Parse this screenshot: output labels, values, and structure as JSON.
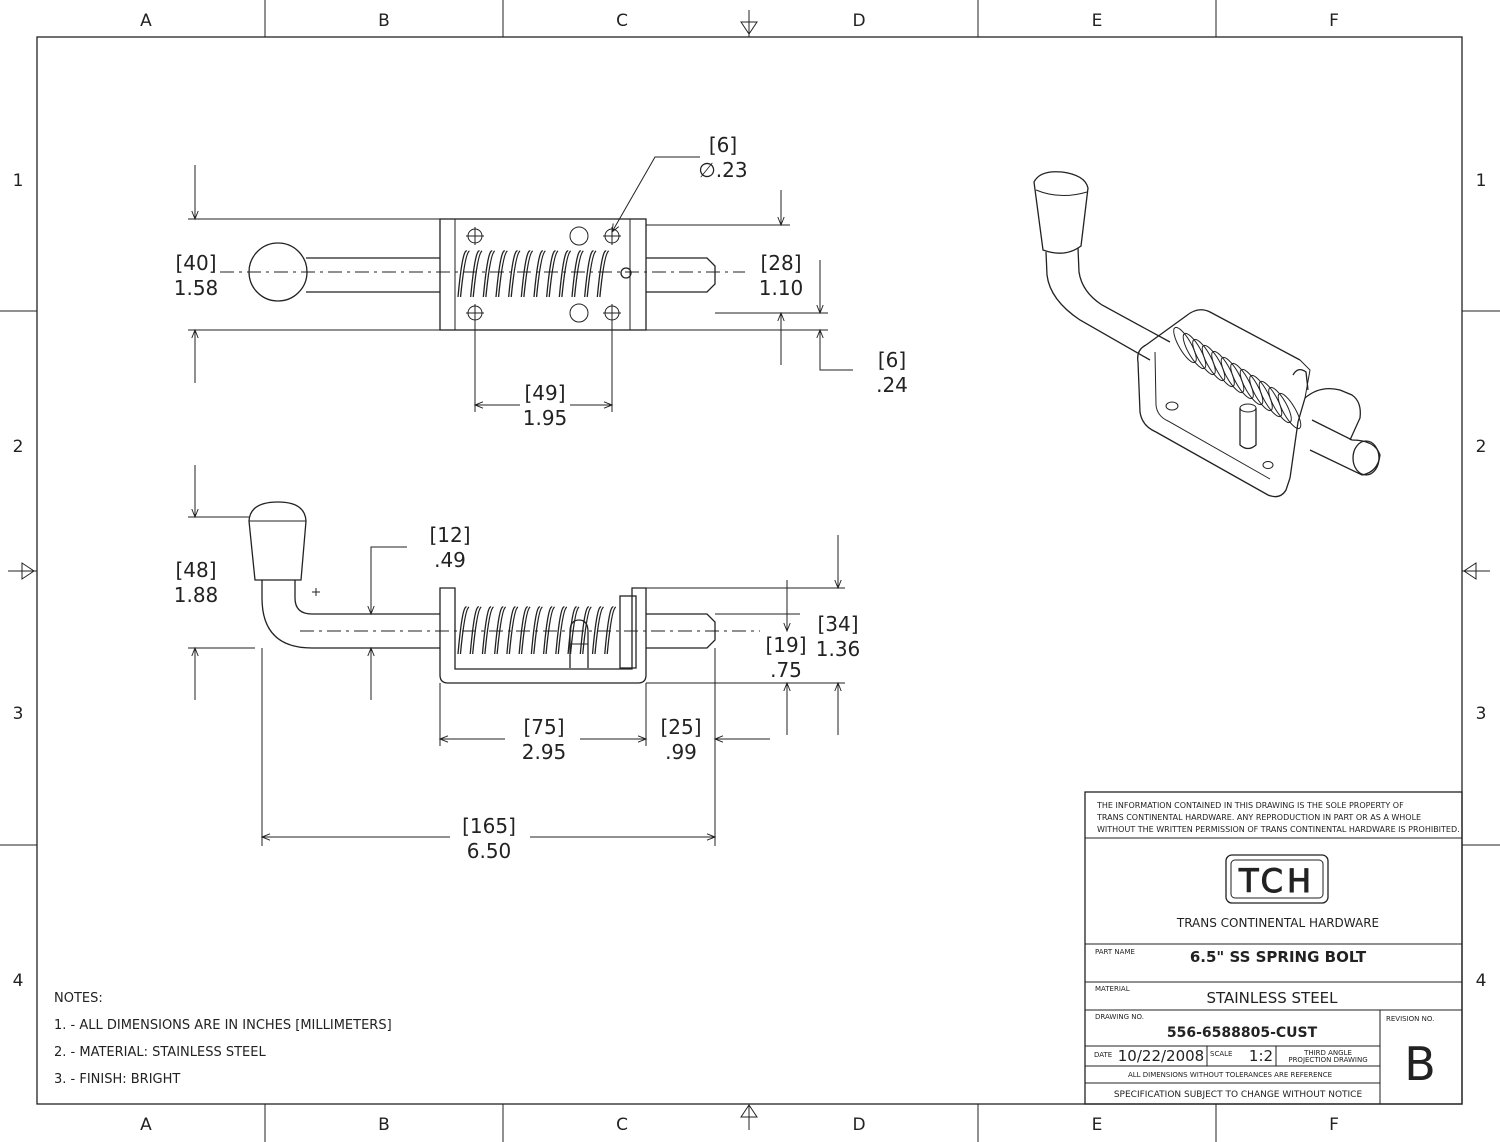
{
  "zones": {
    "columns": [
      "A",
      "B",
      "C",
      "D",
      "E",
      "F"
    ],
    "rows": [
      "1",
      "2",
      "3",
      "4"
    ]
  },
  "dimensions": {
    "top_height_mm": "[40]",
    "top_height_in": "1.58",
    "hole_mm": "[6]",
    "hole_in": "∅.23",
    "top_pin_mm": "[28]",
    "top_pin_in": "1.10",
    "slot_mm": "[6]",
    "slot_in": ".24",
    "hole_spacing_mm": "[49]",
    "hole_spacing_in": "1.95",
    "handle_height_mm": "[48]",
    "handle_height_in": "1.88",
    "rod_dia_mm": "[12]",
    "rod_dia_in": ".49",
    "bracket_height_mm": "[34]",
    "bracket_height_in": "1.36",
    "rod_offset_mm": "[19]",
    "rod_offset_in": ".75",
    "body_len_mm": "[75]",
    "body_len_in": "2.95",
    "tip_len_mm": "[25]",
    "tip_len_in": ".99",
    "total_len_mm": "[165]",
    "total_len_in": "6.50"
  },
  "notes": {
    "heading": "NOTES:",
    "items": [
      "1. - ALL DIMENSIONS ARE IN INCHES [MILLIMETERS]",
      "2. - MATERIAL: STAINLESS STEEL",
      "3. - FINISH: BRIGHT"
    ]
  },
  "title_block": {
    "proprietary_lines": [
      "THE INFORMATION CONTAINED IN THIS DRAWING IS THE SOLE PROPERTY OF",
      "TRANS CONTINENTAL HARDWARE.  ANY REPRODUCTION IN PART OR AS A WHOLE",
      "WITHOUT THE WRITTEN PERMISSION OF TRANS CONTINENTAL HARDWARE IS PROHIBITED."
    ],
    "logo_text": "TCH",
    "company": "TRANS CONTINENTAL HARDWARE",
    "part_name_label": "PART NAME",
    "part_name": "6.5\" SS SPRING BOLT",
    "material_label": "MATERIAL",
    "material": "STAINLESS STEEL",
    "drawing_no_label": "DRAWING NO.",
    "drawing_no": "556-6588805-CUST",
    "revision_label": "REVISION NO.",
    "revision": "B",
    "date_label": "DATE",
    "date": "10/22/2008",
    "scale_label": "SCALE",
    "scale": "1:2",
    "projection_line1": "THIRD ANGLE",
    "projection_line2": "PROJECTION DRAWING",
    "tolerance_note": "ALL DIMENSIONS WITHOUT TOLERANCES ARE REFERENCE",
    "spec_note": "SPECIFICATION SUBJECT TO CHANGE WITHOUT NOTICE"
  }
}
